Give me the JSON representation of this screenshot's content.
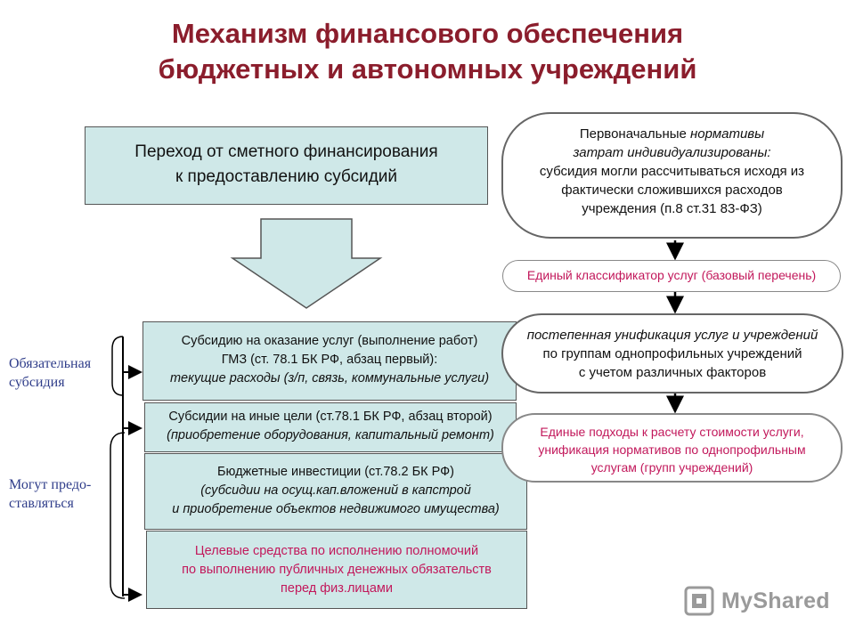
{
  "title": {
    "line1": "Механизм финансового обеспечения",
    "line2": "бюджетных и автономных учреждений"
  },
  "main_box": {
    "line1": "Переход от сметного финансирования",
    "line2": "к предоставлению субсидий"
  },
  "subsidies": [
    {
      "line1": "Субсидию на оказание услуг (выполнение работ)",
      "line2": "ГМЗ (ст. 78.1 БК РФ, абзац первый):",
      "line3": "текущие расходы (з/п, связь, коммунальные услуги)"
    },
    {
      "line1": "Субсидии на иные цели (ст.78.1 БК РФ, абзац второй)",
      "line2": "(приобретение оборудования, капитальный ремонт)"
    },
    {
      "line1": "Бюджетные инвестиции  (ст.78.2 БК РФ)",
      "line2": "(субсидии на осущ.кап.вложений в капстрой",
      "line3": "и приобретение объектов недвижимого имущества)"
    },
    {
      "line1": "Целевые средства по исполнению полномочий",
      "line2": "по выполнению публичных денежных обязательств",
      "line3": "перед физ.лицами"
    }
  ],
  "side_labels": {
    "mandatory_line1": "Обязательная",
    "mandatory_line2": "субсидия",
    "optional_line1": "Могут предо-",
    "optional_line2": "ставляться"
  },
  "right_chain": {
    "oval1": {
      "line1_a": "Первоначальные ",
      "line1_b": "нормативы",
      "line2": "затрат индивидуализированы:",
      "line3": "субсидия могли рассчитываться исходя из",
      "line4": "фактически сложившихся расходов",
      "line5": "учреждения (п.8 ст.31 83-ФЗ)"
    },
    "pill1": "Единый классификатор услуг (базовый перечень)",
    "oval2": {
      "line1": "постепенная унификация услуг и учреждений",
      "line2": "по группам однопрофильных учреждений",
      "line3": "с учетом различных факторов"
    },
    "pill2": {
      "line1": "Единые подходы к расчету стоимости услуги,",
      "line2": "унификация нормативов по однопрофильным",
      "line3": "услугам (групп учреждений)"
    }
  },
  "watermark": "MyShared",
  "colors": {
    "title": "#8b1d2c",
    "box_fill": "#cfe8e8",
    "pink_text": "#c2185b",
    "side_text": "#2f3d8a",
    "arrow_fill": "#cfe8e8"
  }
}
